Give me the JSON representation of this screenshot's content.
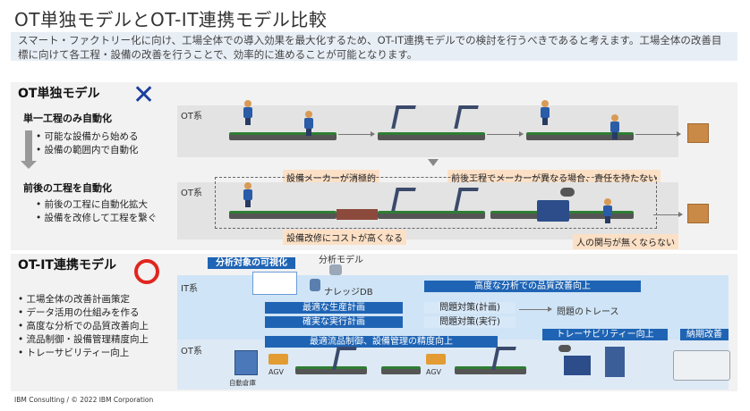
{
  "title": "OT単独モデルとOT-IT連携モデル比較",
  "intro": "スマート・ファクトリー化に向け、工場全体での導入効果を最大化するため、OT-IT連携モデルでの検討を行うべきであると考えます。工場全体の改善目標に向けて各工程・設備の改善を行うことで、効率的に進めることが可能となります。",
  "ot_model": {
    "heading": "OT単独モデル",
    "verdict_icon": "cross-icon",
    "stage1_label": "単一工程のみ自動化",
    "stage1_bullets": [
      "可能な設備から始める",
      "設備の範囲内で自動化"
    ],
    "stage2_label": "前後の工程を自動化",
    "stage2_bullets": [
      "前後の工程に自動化拡大",
      "設備を改修して工程を繋ぐ"
    ],
    "lane_label": "OT系",
    "lane2_label": "OT系",
    "notes": [
      "設備メーカーが消極的",
      "前後工程でメーカーが異なる場合、責任を持たない",
      "設備改修にコストが高くなる",
      "人の関与が無くならない"
    ]
  },
  "otit_model": {
    "heading": "OT-IT連携モデル",
    "verdict_icon": "circle-icon",
    "bullets": [
      "工場全体の改善計画策定",
      "データ活用の仕組みを作る",
      "高度な分析での品質改善向上",
      "流品制御・設備管理精度向上",
      "トレーサビリティー向上"
    ],
    "it_label": "IT系",
    "ot_label": "OT系",
    "viz_label": "分析対象の可視化",
    "model_label": "分析モデル",
    "kdb_label": "ナレッジDB",
    "high_analysis": "高度な分析での品質改善向上",
    "optimal_plan": "最適な生産計画",
    "reliable_exec": "確実な実行計画",
    "plan_measure": "問題対策(計画)",
    "exec_measure": "問題対策(実行)",
    "trace": "問題のトレース",
    "traceability": "トレーサビリティー向上",
    "delivery": "納期改善",
    "flow_control": "最適流品制御、設備管理の精度向上",
    "warehouse": "自動倉庫",
    "agv1": "AGV",
    "agv2": "AGV"
  },
  "footer": "IBM Consulting / © 2022 IBM Corporation",
  "colors": {
    "accent_blue": "#1f64b4",
    "cross": "#1a3f9e",
    "circle": "#e0261e",
    "note_bg": "#fce0c6"
  }
}
